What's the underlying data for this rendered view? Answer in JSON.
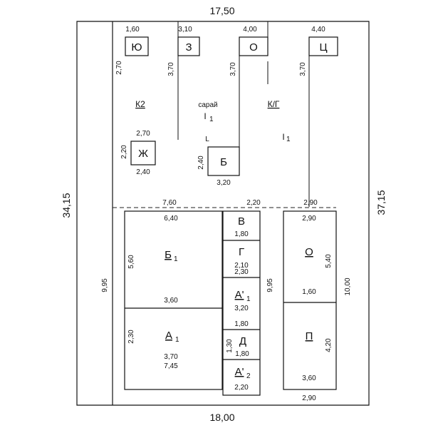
{
  "outer": {
    "top": "17,50",
    "bottom": "18,00",
    "left": "34,15",
    "right": "37,15"
  },
  "inner_left": "9,95",
  "mid_vertical": "9,95",
  "right_10": "10,00",
  "top_boxes": [
    {
      "label": "Ю",
      "width": "1,60",
      "height": "2,70"
    },
    {
      "label": "З",
      "width": "3,10",
      "height": "3,70"
    },
    {
      "label": "О",
      "width": "4,00",
      "height": "3,70"
    },
    {
      "label": "Ц",
      "width": "4,40",
      "height": "3,70"
    }
  ],
  "labels": {
    "k2": "К2",
    "saray": "сарай",
    "i1": "I",
    "i1_sub": "1",
    "kg": "К/Г",
    "i_right": "I",
    "i_right_sub": "1",
    "bracket": "L"
  },
  "zh_box": {
    "label": "Ж",
    "top": "2,70",
    "left": "2,20",
    "bottom": "2,40"
  },
  "b_box": {
    "label": "Б",
    "left": "2,40",
    "bottom": "3,20"
  },
  "row_dims": {
    "a": "7,60",
    "b": "2,20",
    "c": "2,90"
  },
  "b1": {
    "label": "Б",
    "sub": "1",
    "top": "6,40",
    "left": "5,60",
    "bottom": "3,60"
  },
  "a1": {
    "label": "А",
    "sub": "1",
    "left": "2,30",
    "d1": "3,70",
    "d2": "7,45"
  },
  "column": {
    "v": {
      "label": "В",
      "dim": "1,80"
    },
    "g": {
      "label": "Г",
      "dim1": "2,10",
      "dim2": "2,30"
    },
    "a1p": {
      "label": "А'",
      "sub": "1",
      "dim1": "3,20",
      "dim2": "1,80"
    },
    "d": {
      "label": "Д",
      "left": "1,30",
      "dim": "1,80"
    },
    "a2p": {
      "label": "А'",
      "sub": "2",
      "dim": "2,20"
    }
  },
  "right_block": {
    "top": "2,90",
    "o_label": "О",
    "o_right": "5,40",
    "mid": "1,60",
    "p_label": "П",
    "p_right": "4,20",
    "p_bottom": "3,60",
    "below": "2,90"
  }
}
